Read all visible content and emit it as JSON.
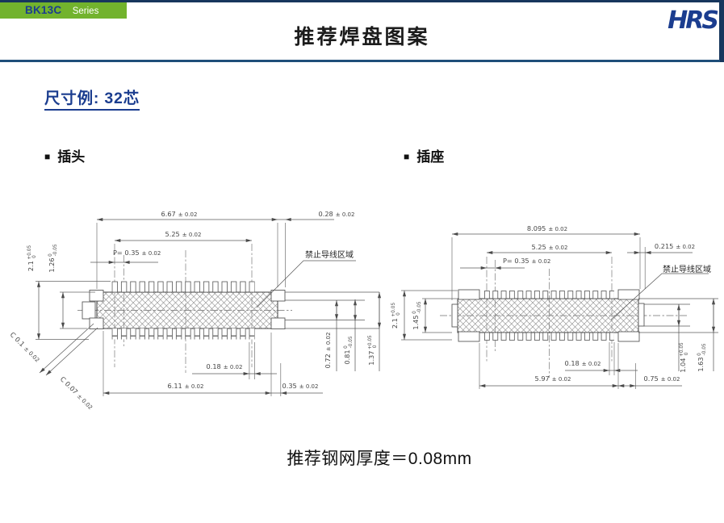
{
  "header": {
    "series_banner": {
      "code": "BK13C",
      "word": "Series"
    },
    "title": "推荐焊盘图案",
    "logo_text": "HRS"
  },
  "section_label": "尺寸例: 32芯",
  "plug": {
    "bullet": "■",
    "label": "插头",
    "keepout_label": "禁止导线区域",
    "dims": {
      "total_width": {
        "v": "6.67",
        "tol": "± 0.02"
      },
      "contact_span": {
        "v": "5.25",
        "tol": "± 0.02"
      },
      "pitch": {
        "v": "P= 0.35",
        "tol": "± 0.02"
      },
      "side_pad_offset": {
        "v": "0.28",
        "tol": "± 0.02"
      },
      "overall_height": {
        "v": "2.1",
        "tol_top": "+0.05",
        "tol_bot": "0"
      },
      "body_height": {
        "v": "1.26",
        "tol_top": "0",
        "tol_bot": "-0.05"
      },
      "pad_width": {
        "v": "0.18",
        "tol": "± 0.02"
      },
      "bottom_span": {
        "v": "6.11",
        "tol": "± 0.02"
      },
      "bottom_offset": {
        "v": "0.35",
        "tol": "± 0.02"
      },
      "chamfer_1": {
        "v": "C 0.1",
        "tol": "± 0.02"
      },
      "chamfer_2": {
        "v": "C 0.07",
        "tol": "± 0.02"
      },
      "slot_inner": {
        "v": "0.72",
        "tol": "± 0.02"
      },
      "slot_mid": {
        "v": "0.81",
        "tol_top": "0",
        "tol_bot": "-0.05"
      },
      "slot_outer": {
        "v": "1.37",
        "tol_top": "+0.05",
        "tol_bot": "0"
      }
    }
  },
  "receptacle": {
    "bullet": "■",
    "label": "插座",
    "keepout_label": "禁止导线区域",
    "dims": {
      "total_width": {
        "v": "8.095",
        "tol": "± 0.02"
      },
      "contact_span": {
        "v": "5.25",
        "tol": "± 0.02"
      },
      "pitch": {
        "v": "P= 0.35",
        "tol": "± 0.02"
      },
      "side_pad_offset": {
        "v": "0.215",
        "tol": "± 0.02"
      },
      "overall_height": {
        "v": "2.1",
        "tol_top": "+0.05",
        "tol_bot": "0"
      },
      "body_height": {
        "v": "1.45",
        "tol_top": "0",
        "tol_bot": "-0.05"
      },
      "pad_width": {
        "v": "0.18",
        "tol": "± 0.02"
      },
      "bottom_span": {
        "v": "5.97",
        "tol": "± 0.02"
      },
      "bottom_offset": {
        "v": "0.75",
        "tol": "± 0.02"
      },
      "slot_inner": {
        "v": "1.04",
        "tol_top": "+0.05",
        "tol_bot": "0"
      },
      "slot_outer": {
        "v": "1.63",
        "tol_top": "0",
        "tol_bot": "-0.05"
      }
    }
  },
  "footer_note": "推荐钢网厚度＝0.08mm"
}
